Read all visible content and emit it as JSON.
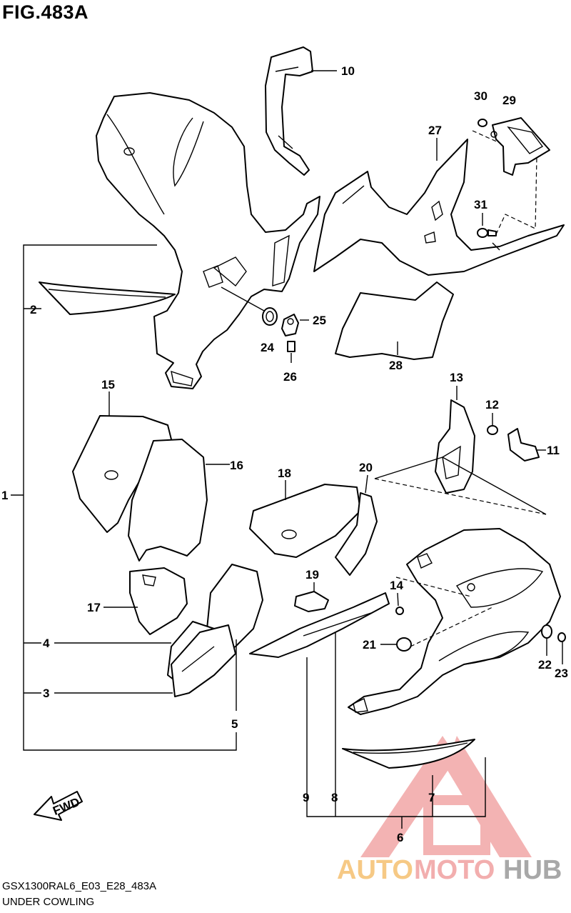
{
  "header": {
    "figure_title": "FIG.483A"
  },
  "footer": {
    "model_code": "GSX1300RAL6_E03_E28_483A",
    "section_name": "UNDER COWLING"
  },
  "callouts": {
    "c1": "1",
    "c2": "2",
    "c3": "3",
    "c4": "4",
    "c5": "5",
    "c6": "6",
    "c7": "7",
    "c8": "8",
    "c9": "9",
    "c10": "10",
    "c11": "11",
    "c12": "12",
    "c13": "13",
    "c14": "14",
    "c15": "15",
    "c16": "16",
    "c17": "17",
    "c18": "18",
    "c19": "19",
    "c20": "20",
    "c21": "21",
    "c22": "22",
    "c23": "23",
    "c24": "24",
    "c25": "25",
    "c26": "26",
    "c27": "27",
    "c28": "28",
    "c29": "29",
    "c30": "30",
    "c31": "31"
  },
  "direction_arrow": {
    "label": "FWD"
  },
  "watermark": {
    "text_auto": "AUTO",
    "text_moto": "MOTO",
    "text_hub": "HUB",
    "color_primary": "#f0a0a0",
    "color_auto": "#f5c070",
    "color_hub": "#9a9a9a"
  }
}
